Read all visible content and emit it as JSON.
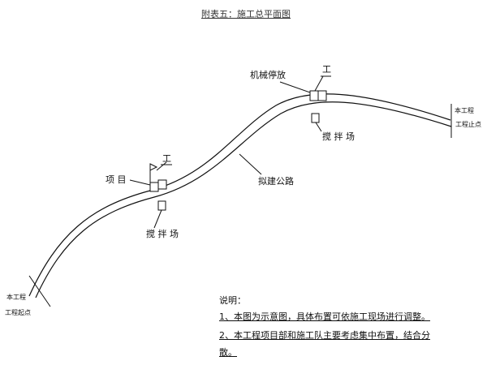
{
  "title": "附表五：施工总平面图",
  "road_label": "拟建公路",
  "start_point": {
    "line1": "本工程",
    "line2": "工程起点"
  },
  "end_point": {
    "line1": "本工程",
    "line2": "工程止点"
  },
  "project_dept": {
    "label": "项 目",
    "flag_char": "工"
  },
  "machinery_parking": {
    "label": "机械停放",
    "flag_char": "工"
  },
  "mixing_plant_left": "搅 拌 场",
  "mixing_plant_right": "搅 拌 场",
  "notes": {
    "heading": "说明：",
    "line1": "1、本图为示意图，具体布置可依施工现场进行调整。",
    "line2a": "2、本工程项目部和施工队主要考虑集中布置，结合分",
    "line2b": "散。"
  }
}
